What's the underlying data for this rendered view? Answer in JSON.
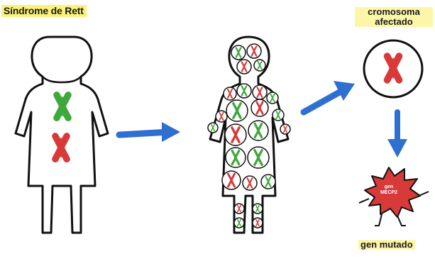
{
  "title": "Síndrome de Rett",
  "labels": {
    "affected_line1": "cromosoma",
    "affected_line2": "afectado",
    "mutated_gene": "gen mutado",
    "gene_line1": "gen",
    "gene_line2": "MECP2"
  },
  "colors": {
    "highlight": "#fbf27a",
    "chromosome_green": "#3fa83c",
    "chromosome_red": "#d83a3a",
    "arrow_blue": "#2e6fd0",
    "outline": "#111111"
  },
  "icons": [
    "woman-outline-icon",
    "x-chromosome-green-icon",
    "x-chromosome-red-icon",
    "arrow-icon",
    "cell-icon",
    "gene-starburst-icon"
  ]
}
